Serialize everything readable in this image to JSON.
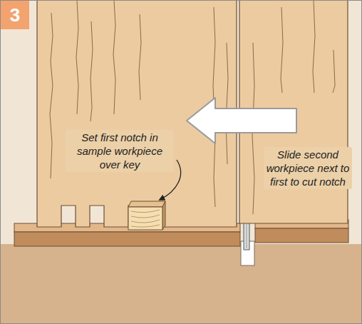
{
  "diagram": {
    "nodes": [
      {
        "text": [
          "3"
        ]
      }
    ],
    "labels": [
      "Set first notch in sample workpiece over key",
      "Slide second workpiece next to first to cut notch"
    ]
  }
}
